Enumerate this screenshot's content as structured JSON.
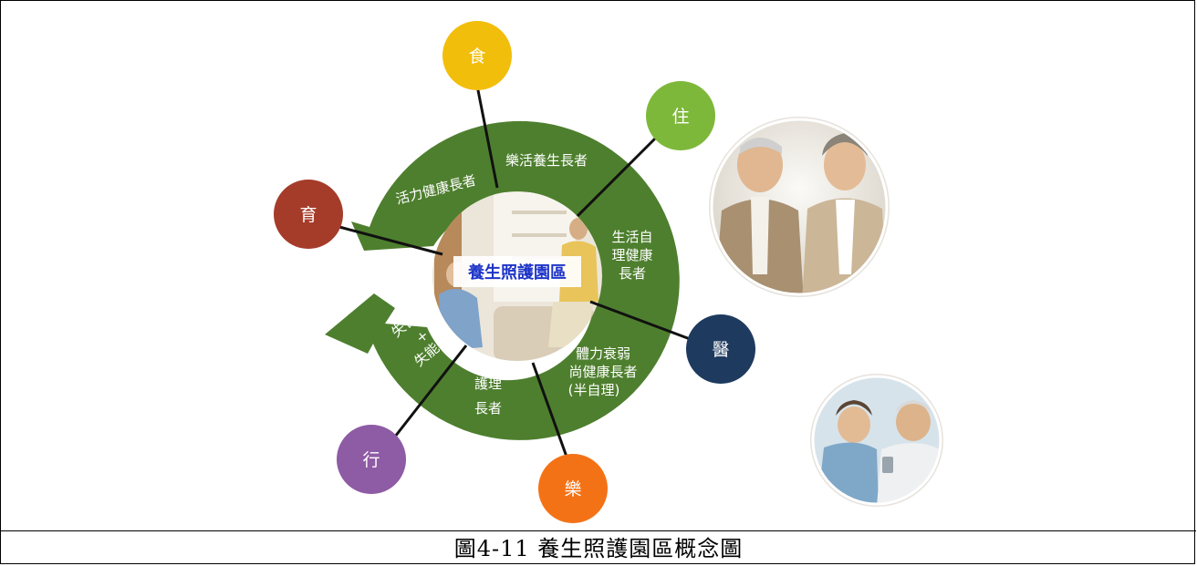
{
  "center_label": "養生照護園區",
  "segments": {
    "active": "活力健康長者",
    "leisure": "樂活養生長者",
    "self_care": [
      "生活自",
      "理健康",
      "長者"
    ],
    "frail": [
      "體力衰弱",
      "尚健康長者",
      "(半自理)"
    ],
    "nursing": [
      "護理",
      "長者"
    ],
    "disabled": [
      "失智",
      "+",
      "失能"
    ]
  },
  "nodes": [
    {
      "label": "食",
      "color": "#F2BE0C"
    },
    {
      "label": "住",
      "color": "#7EB83A"
    },
    {
      "label": "醫",
      "color": "#1E3A5F"
    },
    {
      "label": "樂",
      "color": "#F47216"
    },
    {
      "label": "行",
      "color": "#8E5BA5"
    },
    {
      "label": "育",
      "color": "#A53C2A"
    }
  ],
  "ring_color": "#4E7F2E",
  "caption": "圖4-11 養生照護園區概念圖"
}
